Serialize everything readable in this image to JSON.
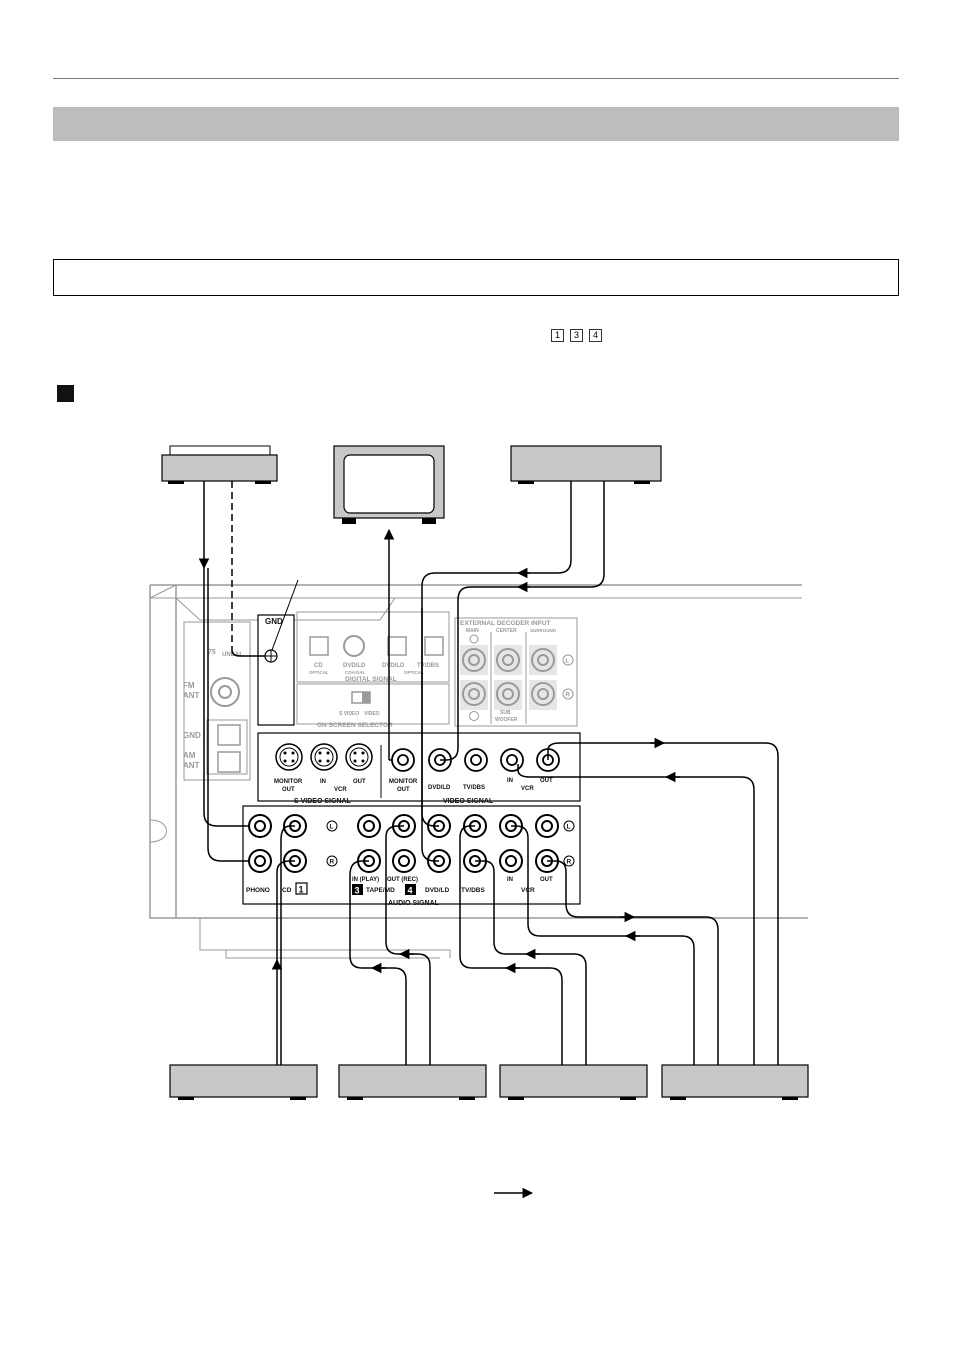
{
  "number_refs": [
    "1",
    "3",
    "4"
  ],
  "receiver": {
    "gnd": "GND",
    "fm_ant": [
      "FM",
      "ANT"
    ],
    "gnd_side": "GND",
    "am_ant": [
      "AM",
      "ANT"
    ],
    "ohm_label": "75",
    "unbal_label": "UNBAL",
    "digital": {
      "cd": "CD",
      "cd_sub": "OPTICAL",
      "dvd": "DVD/LD",
      "dvd_sub": "COAXIAL",
      "dvd2": "DVD/LD",
      "tvdbs": "TV/DBS",
      "opt_sub": "OPTICAL",
      "title": "DIGITAL SIGNAL"
    },
    "onscreen": {
      "title": "ON SCREEN SELECTOR",
      "svideo": "S VIDEO",
      "video": "VIDEO"
    },
    "ext_decoder": {
      "title": "EXTERNAL DECODER INPUT",
      "main": "MAIN",
      "center": "CENTER",
      "surround": "SURROUND",
      "sub": "SUB",
      "woofer": "WOOFER",
      "l": "L",
      "r": "R"
    },
    "video_row": {
      "monitor": "MONITOR",
      "out": "OUT",
      "in": "IN",
      "vcr": "VCR",
      "dvdld": "DVD/LD",
      "tvdbs": "TV/DBS",
      "svideo_signal": "S VIDEO SIGNAL",
      "video_signal": "VIDEO SIGNAL"
    },
    "audio_row": {
      "phono": "PHONO",
      "cd": "CD",
      "num1": "1",
      "in_play": "IN (PLAY)",
      "out_rec": "OUT (REC)",
      "num3": "3",
      "tape_md": "TAPE/MD",
      "num4": "4",
      "dvdld": "DVD/LD",
      "tvdbs": "TV/DBS",
      "in": "IN",
      "out": "OUT",
      "vcr": "VCR",
      "audio_signal": "AUDIO SIGNAL",
      "l": "L",
      "r": "R"
    }
  },
  "colors": {
    "band": "#bdbdbd",
    "device": "#c8c8c8",
    "panel": "#9a9a9a"
  }
}
